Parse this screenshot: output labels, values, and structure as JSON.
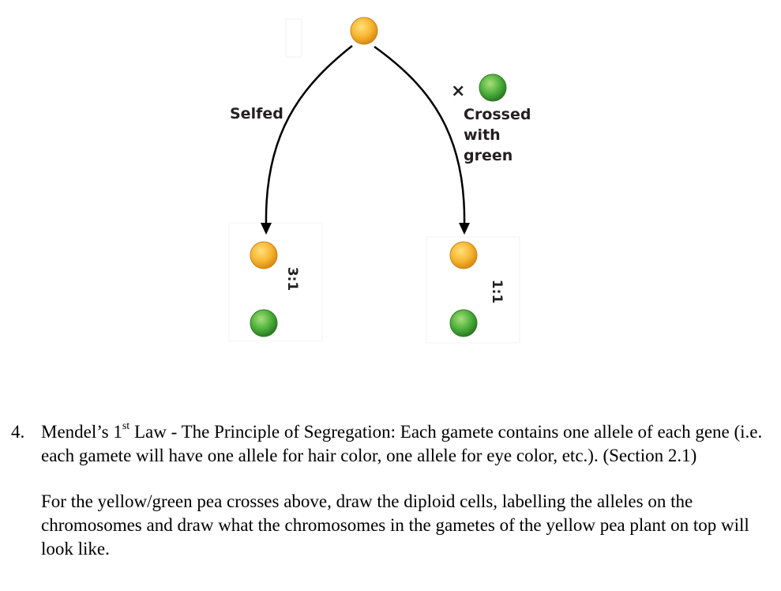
{
  "diagram": {
    "selfed_label": "Selfed",
    "cross_symbol": "×",
    "crossed_lines": [
      "Crossed",
      "with",
      "green"
    ],
    "ratio_left": "3:1",
    "ratio_right": "1:1",
    "colors": {
      "yellow_pea": "#f7b531",
      "yellow_highlight": "#ffe07a",
      "green_pea": "#4caf3b",
      "green_highlight": "#a8e07a",
      "arrow": "#000000"
    }
  },
  "question": {
    "number": "4.",
    "title_pre": "Mendel’s 1",
    "title_sup": "st",
    "title_post": " Law - The Principle of Segregation: Each gamete contains one allele of each gene (i.e. each gamete will have one allele for hair color, one allele for eye color, etc.). (Section 2.1)",
    "instruction": "For the yellow/green pea crosses above, draw the diploid cells, labelling the alleles on the chromosomes and draw what the chromosomes in the gametes of the yellow pea plant on top will look like."
  }
}
